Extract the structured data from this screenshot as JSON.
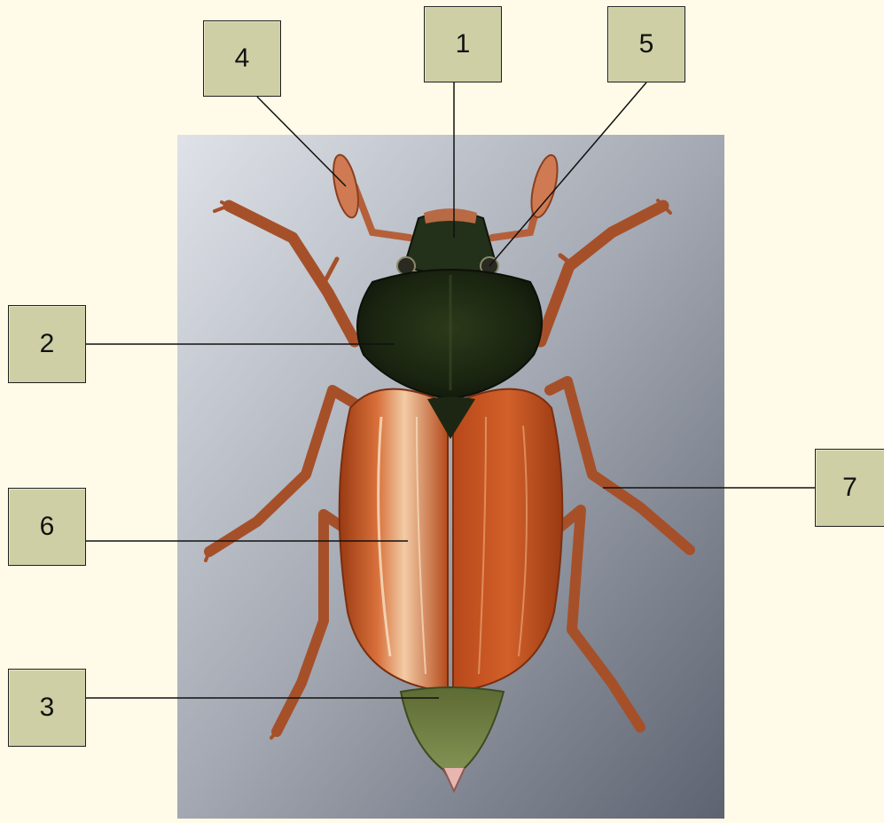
{
  "labels": {
    "l1": "1",
    "l2": "2",
    "l3": "3",
    "l4": "4",
    "l5": "5",
    "l6": "6",
    "l7": "7"
  },
  "colors": {
    "background": "#fffbe8",
    "label_fill": "#cfcfa6",
    "elytra": "#c8521e",
    "pronotum": "#1f2b12",
    "legs": "#a6502a",
    "pygidium": "#6f7d3f"
  }
}
